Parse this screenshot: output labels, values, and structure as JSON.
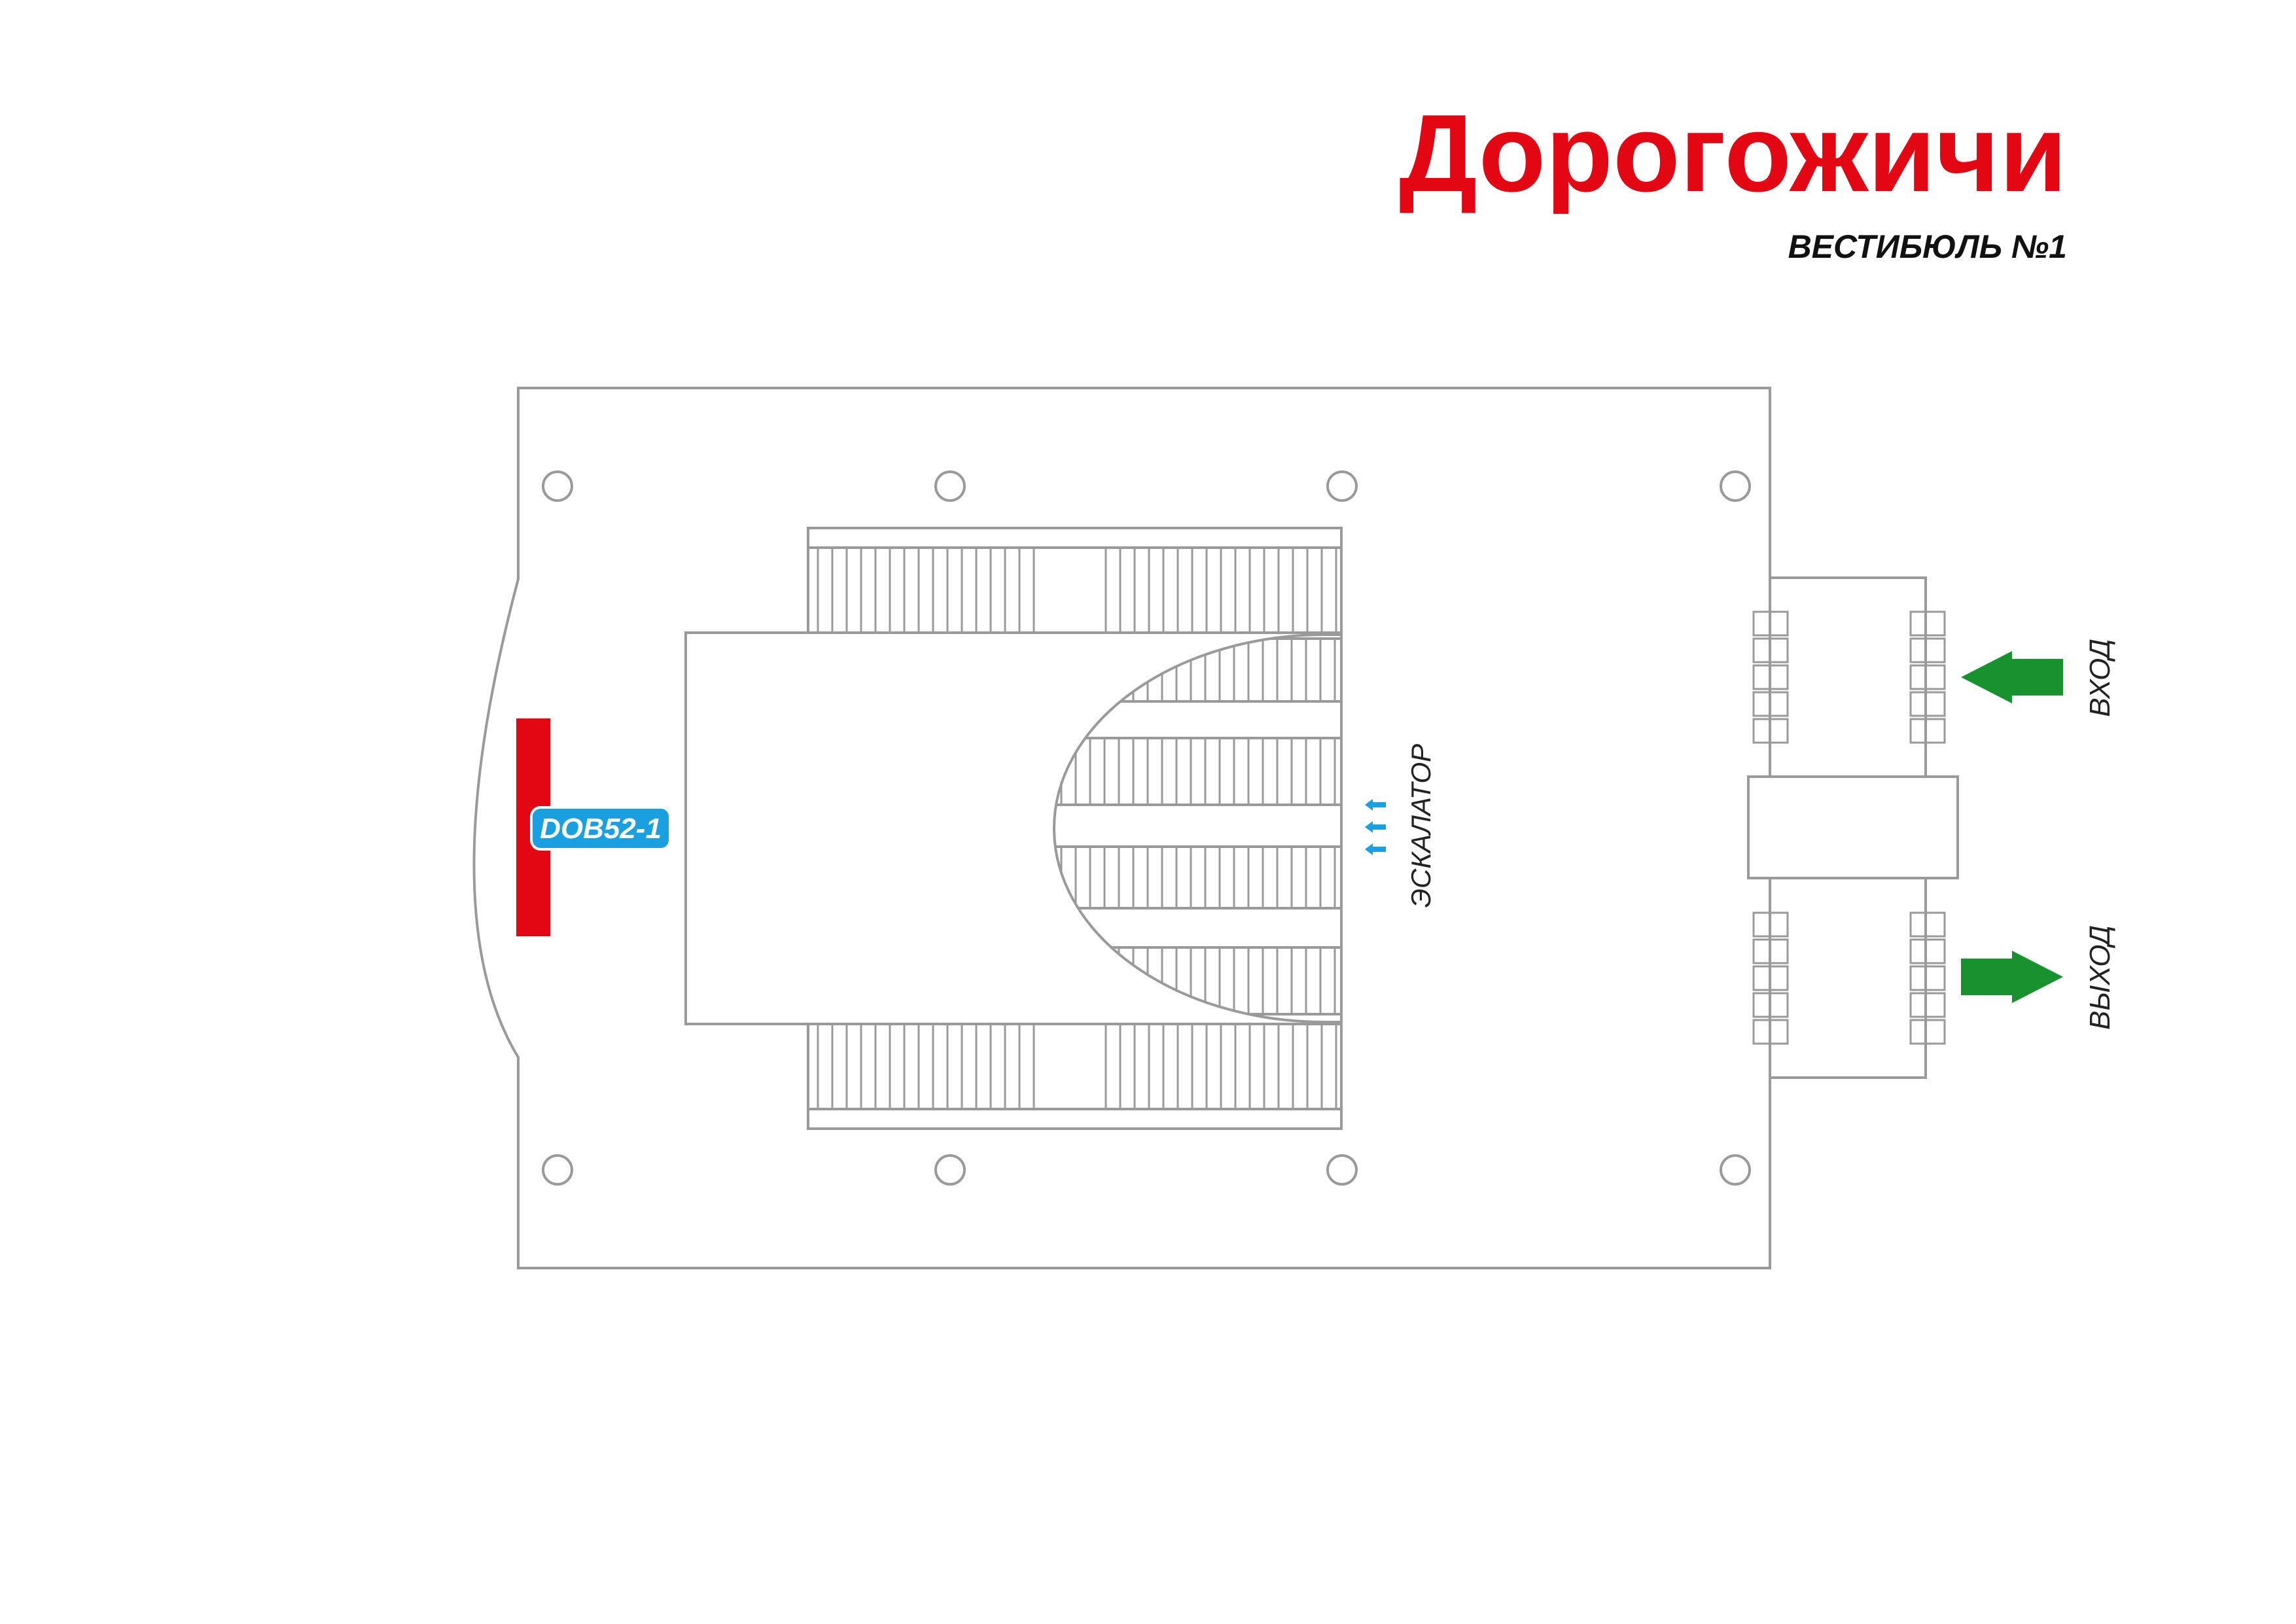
{
  "station": {
    "name": "Дорогожичи",
    "vestibule": "ВЕСТИБЮЛЬ №1"
  },
  "labels": {
    "escalator": "ЭСКАЛАТОР",
    "entrance": "ВХОД",
    "exit": "ВЫХОД"
  },
  "sign": {
    "code": "DOB52-1"
  },
  "colors": {
    "title": "#e30613",
    "sign_bar": "#e30613",
    "sign_tag": "#1aa0e0",
    "arrows": "#17922e",
    "escalator_arrows": "#1aa0e0",
    "walls": "#9a9a9a"
  }
}
